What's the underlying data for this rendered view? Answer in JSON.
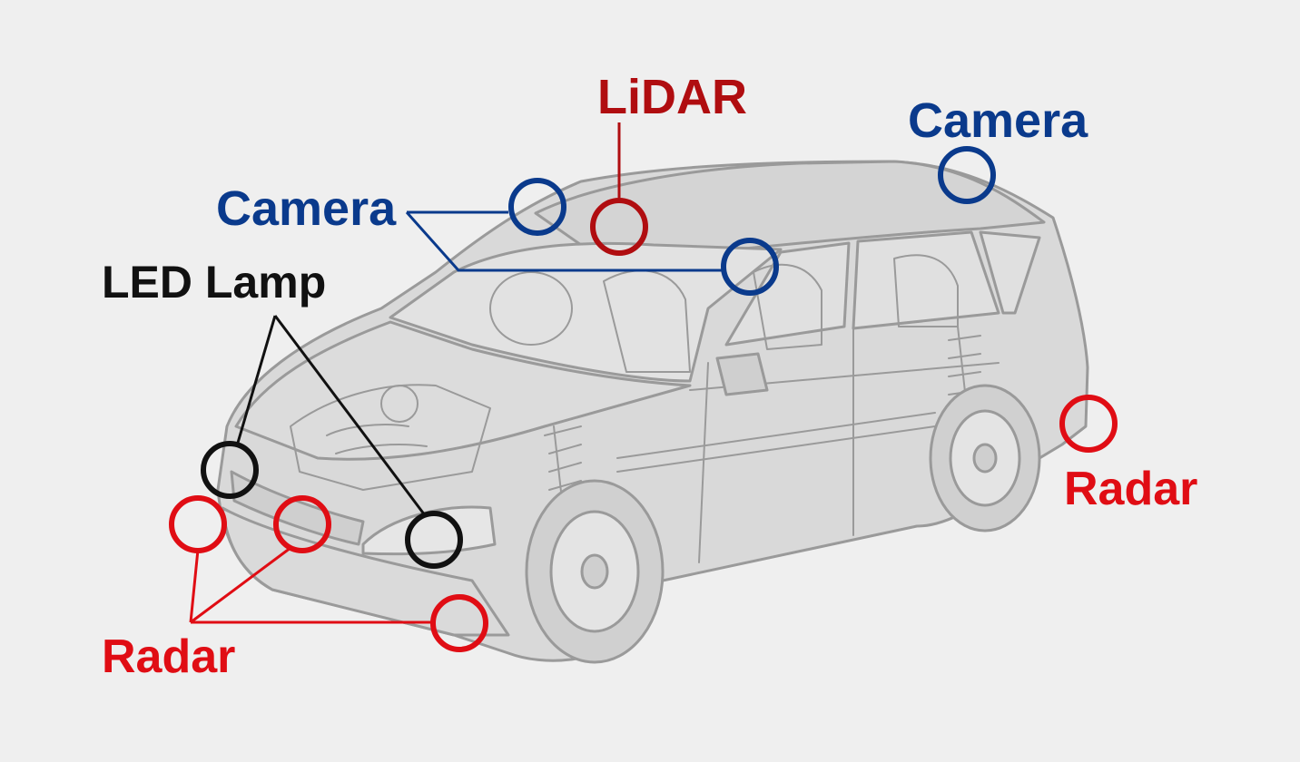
{
  "colors": {
    "background": "#efefef",
    "camera": "#0a3a8c",
    "lidar": "#b00d10",
    "led_lamp": "#111111",
    "radar": "#e00d14",
    "car_line": "#9a9a9a",
    "car_fill": "#d9d9d9"
  },
  "labels": {
    "lidar": "LiDAR",
    "camera_roof": "Camera",
    "camera_front": "Camera",
    "led_lamp": "LED Lamp",
    "radar_front": "Radar",
    "radar_rear": "Radar"
  },
  "illustration": {
    "subject": "car-cutaway-illustration",
    "icon": "car-icon"
  }
}
